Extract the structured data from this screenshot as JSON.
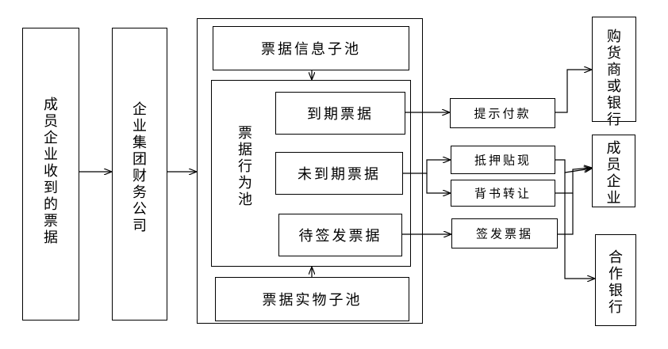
{
  "left_nodes": {
    "member_bills": "成员企业收到的票据",
    "finance_company": "企业集团财务公司"
  },
  "pool": {
    "info_subpool": "票据信息子池",
    "behavior_pool": "票据行为池",
    "physical_subpool": "票据实物子池",
    "due_bills": "到期票据",
    "undue_bills": "未到期票据",
    "pending_bills": "待签发票据"
  },
  "actions": {
    "present_payment": "提示付款",
    "pledge_discount": "抵押贴现",
    "endorse_transfer": "背书转让",
    "issue_bills": "签发票据"
  },
  "targets": {
    "buyer_or_bank": "购货商或银行",
    "member_enterprise": "成员企业",
    "partner_bank": "合作银行"
  }
}
